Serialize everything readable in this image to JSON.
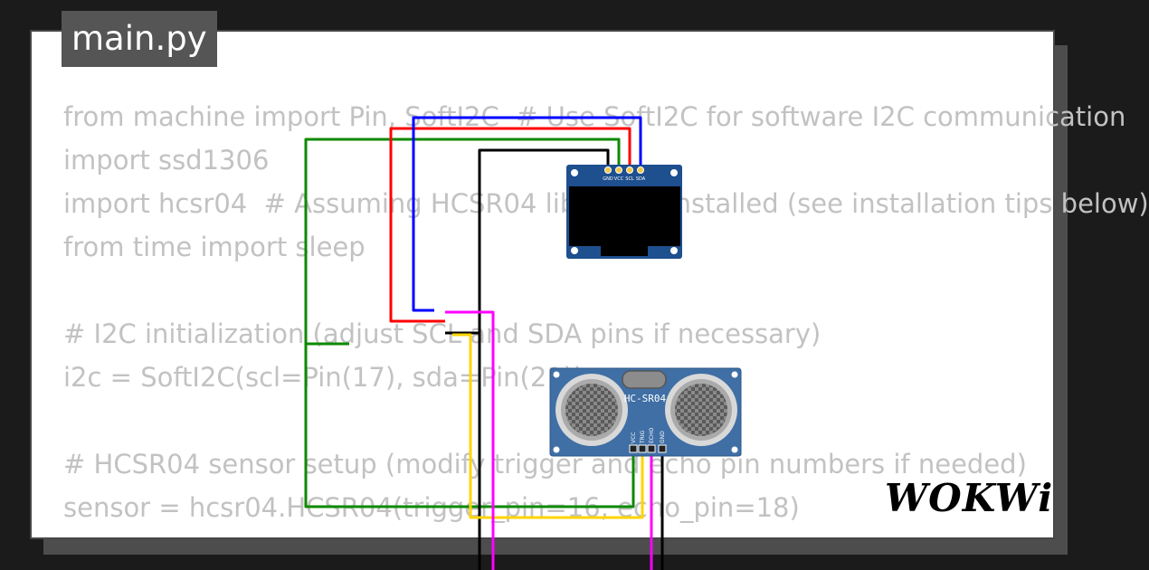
{
  "editor": {
    "filename": "main.py",
    "code_lines": [
      "from machine import Pin, SoftI2C  # Use SoftI2C for software I2C communication",
      "import ssd1306",
      "import hcsr04  # Assuming HCSR04 library is installed (see installation tips below)",
      "from time import sleep",
      "",
      "# I2C initialization (adjust SCL and SDA pins if necessary)",
      "i2c = SoftI2C(scl=Pin(17), sda=Pin(21))",
      "",
      "# HCSR04 sensor setup (modify trigger and echo pin numbers if needed)",
      "sensor = hcsr04.HCSR04(trigger_pin=16, echo_pin=18)"
    ]
  },
  "oled": {
    "pins": [
      "GND",
      "VCC",
      "SCL",
      "SDA"
    ],
    "board_color": "#1e4f8f",
    "screen_color": "#000000"
  },
  "sonar": {
    "label": "HC-SR04",
    "pins": [
      "VCC",
      "TRIG",
      "ECHO",
      "GND"
    ],
    "board_color": "#3f6fa5"
  },
  "wires": {
    "gnd_color": "#000000",
    "vcc_color": "#0c8a00",
    "scl_color": "#ff0000",
    "sda_color": "#0000ff",
    "trig_color": "#ffd400",
    "echo_color": "#ff00ff"
  },
  "brand": {
    "logo": "WOKWi"
  }
}
